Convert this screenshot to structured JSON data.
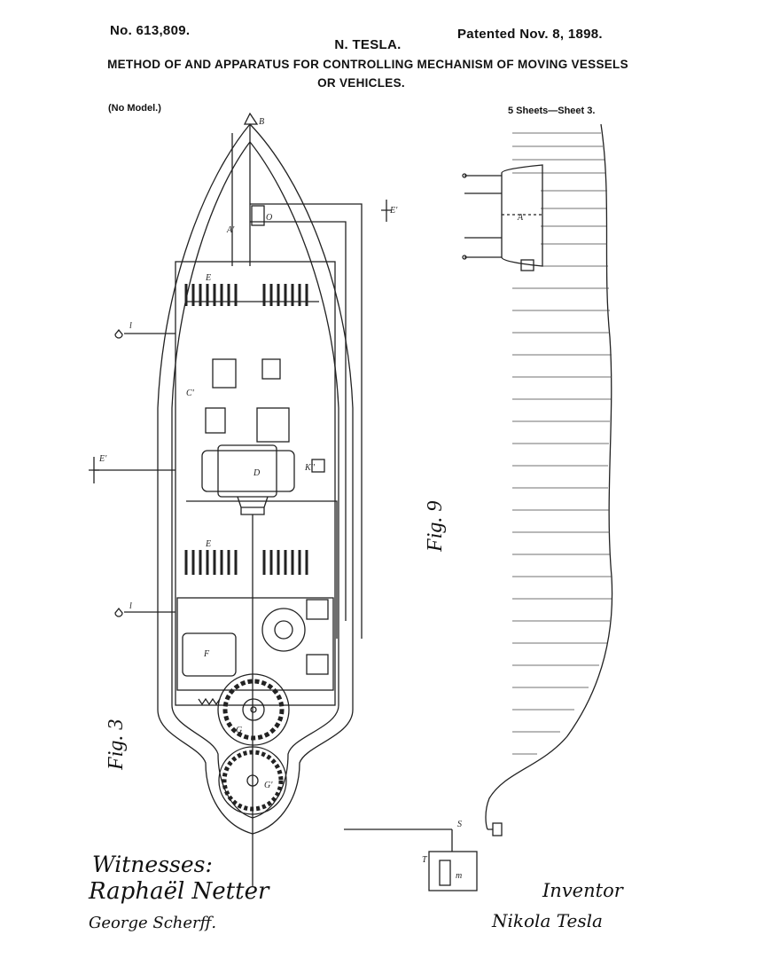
{
  "header": {
    "patent_number": "No. 613,809.",
    "patent_date": "Patented Nov. 8, 1898.",
    "inventor_name": "N. TESLA.",
    "title_line1": "METHOD OF AND APPARATUS FOR CONTROLLING MECHANISM OF MOVING VESSELS",
    "title_line2": "OR VEHICLES.",
    "no_model": "(No Model.)",
    "sheets": "5 Sheets—Sheet 3."
  },
  "figures": {
    "fig3_label": "Fig. 3",
    "fig9_label": "Fig. 9"
  },
  "drawing_labels": {
    "bow": "B",
    "antenna": "A'",
    "o": "O",
    "e_left": "E'",
    "e_right": "E'",
    "e_top": "E",
    "e_bottom": "E",
    "d": "D",
    "c": "C'",
    "f": "F",
    "g": "G",
    "g1": "G'",
    "k": "K''",
    "l_upper": "l",
    "l_lower": "l",
    "boat_a": "A",
    "s": "S",
    "t": "T",
    "m": "m"
  },
  "footer": {
    "witnesses_label": "Witnesses:",
    "witness1": "Raphaël Netter",
    "witness2": "George Scherff.",
    "inventor_label": "Inventor",
    "inventor_signature": "Nikola Tesla"
  }
}
